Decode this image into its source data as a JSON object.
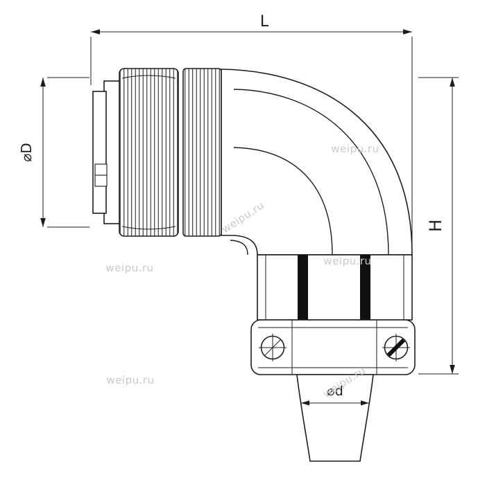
{
  "dimensions": {
    "length": {
      "label": "L"
    },
    "flange_diameter": {
      "label": "⌀D"
    },
    "height": {
      "label": "H"
    },
    "cable_diameter": {
      "label": "⌀d"
    }
  },
  "watermark": {
    "text": "weipu.ru"
  },
  "colors": {
    "line": "#1c1c1c",
    "dark_band": "#111111",
    "watermark": "#c9c9c9",
    "background": "#ffffff"
  }
}
